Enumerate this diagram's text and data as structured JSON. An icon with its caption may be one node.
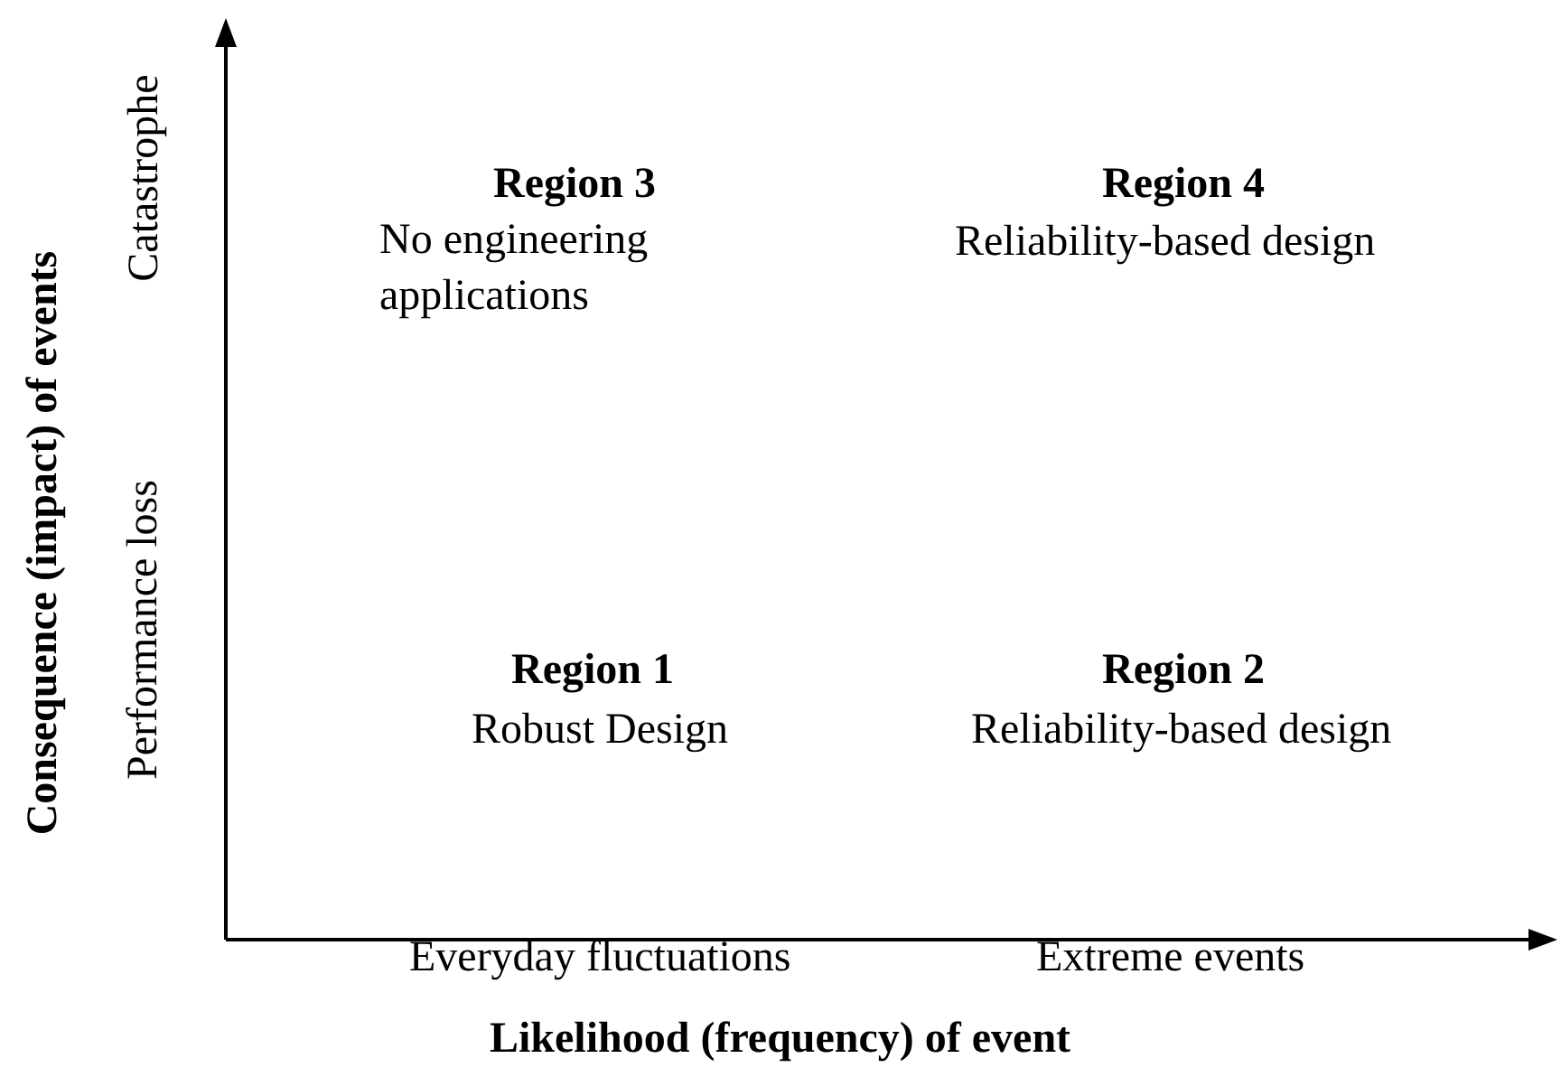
{
  "diagram": {
    "labels": [
      "Consequence (impact) of events",
      "Catastrophe",
      "Performance loss",
      "Region 3",
      "No engineering applications",
      "Region 4",
      "Reliability-based design",
      "Region 1",
      "Robust Design",
      "Region 2",
      "Reliability-based design",
      "Everyday fluctuations",
      "Extreme events",
      "Likelihood (frequency) of event"
    ]
  }
}
